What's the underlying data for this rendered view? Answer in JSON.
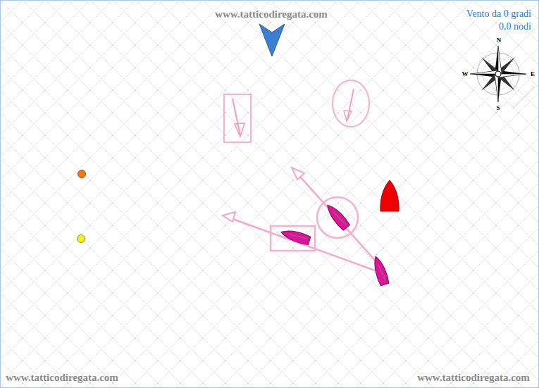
{
  "diagram": {
    "labels": [
      "www.tatticodiregata.com",
      "Vento da 0 gradi",
      "0,0 nodi",
      "N",
      "W",
      "E",
      "S",
      "www.tatticodiregata.com",
      "www.tatticodiregata.com"
    ]
  }
}
